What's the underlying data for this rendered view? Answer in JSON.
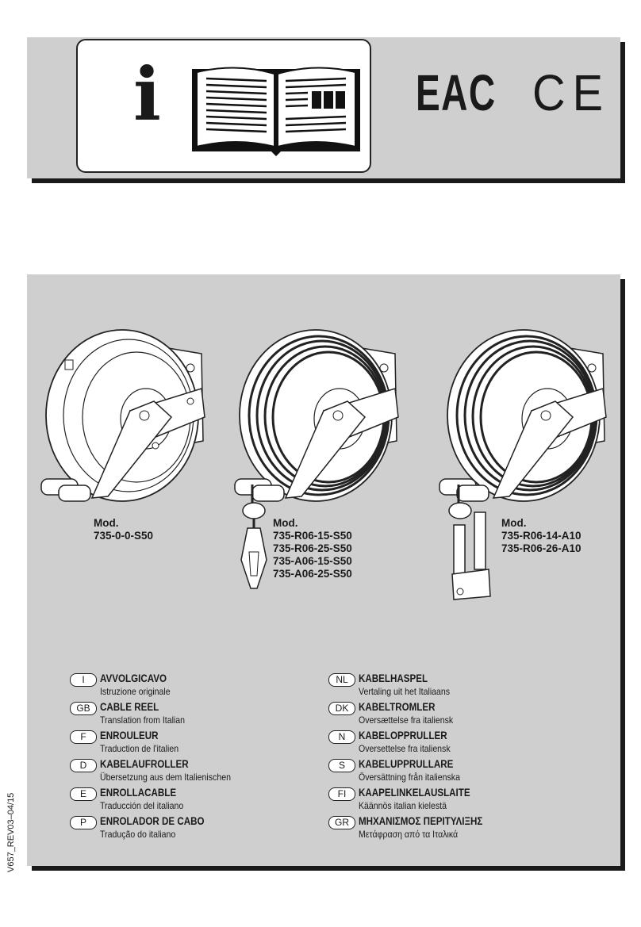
{
  "header": {
    "info_symbol": "i",
    "icon": "open-manual-book-icon",
    "certifications": [
      "EAC",
      "CE"
    ]
  },
  "models": [
    {
      "label": "Mod.",
      "codes": [
        "735-0-0-S50"
      ],
      "image": "cable-reel-without-connector"
    },
    {
      "label": "Mod.",
      "codes": [
        "735-R06-15-S50",
        "735-R06-25-S50",
        "735-A06-15-S50",
        "735-A06-25-S50"
      ],
      "image": "cable-reel-with-clamp"
    },
    {
      "label": "Mod.",
      "codes": [
        "735-R06-14-A10",
        "735-R06-26-A10"
      ],
      "image": "cable-reel-with-electrode-holder"
    }
  ],
  "languages_left": [
    {
      "code": "I",
      "title": "AVVOLGICAVO",
      "subtitle": "Istruzione originale"
    },
    {
      "code": "GB",
      "title": "CABLE REEL",
      "subtitle": "Translation from Italian"
    },
    {
      "code": "F",
      "title": "ENROULEUR",
      "subtitle": "Traduction de l'italien"
    },
    {
      "code": "D",
      "title": "KABELAUFROLLER",
      "subtitle": "Übersetzung aus dem Italienischen"
    },
    {
      "code": "E",
      "title": "ENROLLACABLE",
      "subtitle": "Traducción del italiano"
    },
    {
      "code": "P",
      "title": "ENROLADOR DE CABO",
      "subtitle": "Tradução do italiano"
    }
  ],
  "languages_right": [
    {
      "code": "NL",
      "title": "KABELHASPEL",
      "subtitle": "Vertaling uit het Italiaans"
    },
    {
      "code": "DK",
      "title": "KABELTROMLER",
      "subtitle": "Oversættelse fra italiensk"
    },
    {
      "code": "N",
      "title": "KABELOPPRULLER",
      "subtitle": "Oversettelse fra italiensk"
    },
    {
      "code": "S",
      "title": "KABELUPPRULLARE",
      "subtitle": "Översättning från italienska"
    },
    {
      "code": "FI",
      "title": "KAAPELINKELAUSLAITE",
      "subtitle": "Käännös italian kielestä"
    },
    {
      "code": "GR",
      "title": "ΜΗΧΑΝΙΣΜΟΣ ΠΕΡΙΤΥΛΙΞΗΣ",
      "subtitle": "Μετάφραση από τα Ιταλικά"
    }
  ],
  "document_code": "V657_REV03–04/15"
}
